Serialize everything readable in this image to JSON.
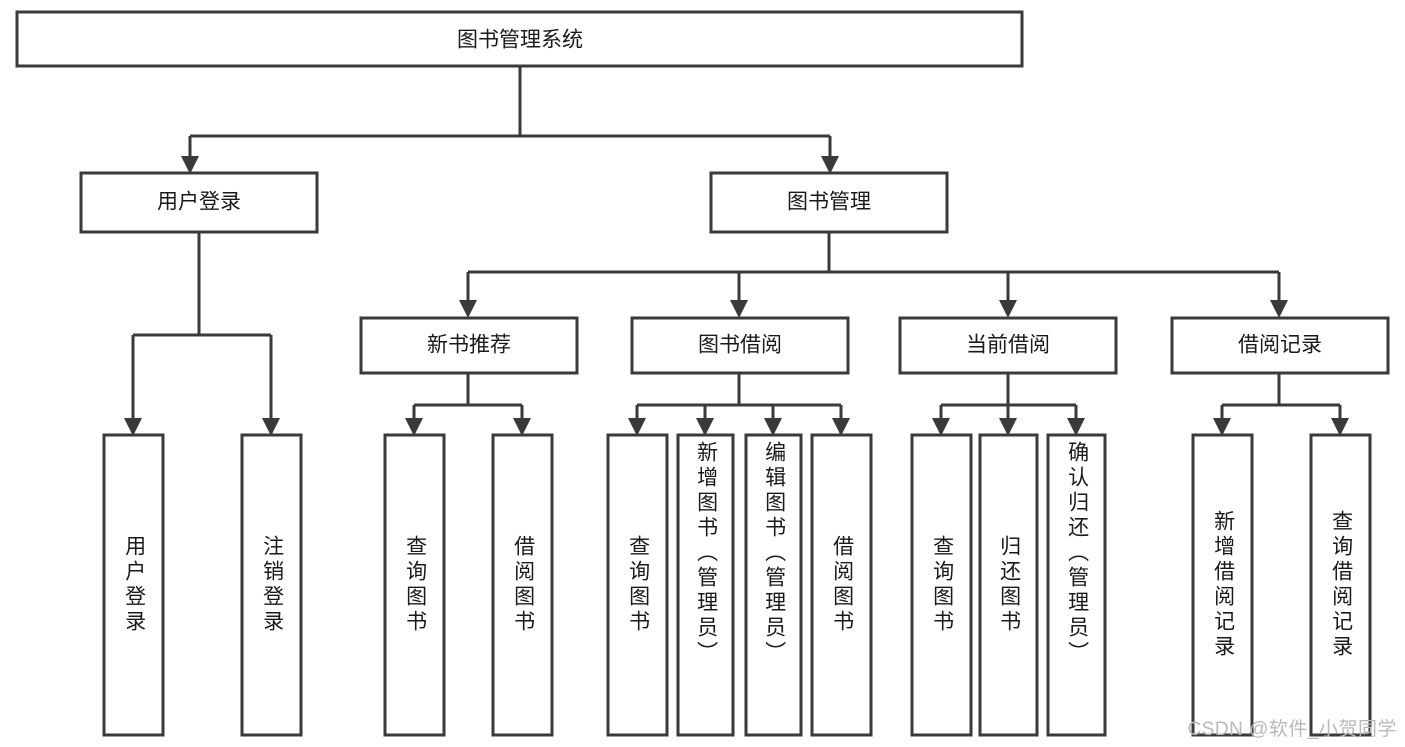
{
  "diagram": {
    "type": "tree-hierarchy",
    "title": "图书管理系统",
    "watermark": "CSDN @软件_小贺同学",
    "style": {
      "box_fill": "#ffffff",
      "box_stroke": "#3a3a3a",
      "text_color": "#1a1a1a",
      "watermark_color": "#b9b9b9",
      "background": "#ffffff"
    },
    "levels": {
      "level0": [
        {
          "id": "root",
          "label": "图书管理系统",
          "orientation": "horizontal"
        }
      ],
      "level1": [
        {
          "id": "user-login",
          "label": "用户登录",
          "orientation": "horizontal",
          "parent": "root"
        },
        {
          "id": "book-manage",
          "label": "图书管理",
          "orientation": "horizontal",
          "parent": "root"
        }
      ],
      "level2": [
        {
          "id": "new-book-rec",
          "label": "新书推荐",
          "orientation": "horizontal",
          "parent": "book-manage"
        },
        {
          "id": "book-borrow",
          "label": "图书借阅",
          "orientation": "horizontal",
          "parent": "book-manage"
        },
        {
          "id": "current-borrow",
          "label": "当前借阅",
          "orientation": "horizontal",
          "parent": "book-manage"
        },
        {
          "id": "borrow-record",
          "label": "借阅记录",
          "orientation": "horizontal",
          "parent": "book-manage"
        }
      ],
      "level3": [
        {
          "id": "leaf-user-login",
          "label": "用户登录",
          "orientation": "vertical",
          "parent": "user-login"
        },
        {
          "id": "leaf-user-logout",
          "label": "注销登录",
          "orientation": "vertical",
          "parent": "user-login"
        },
        {
          "id": "leaf-query-book-1",
          "label": "查询图书",
          "orientation": "vertical",
          "parent": "new-book-rec"
        },
        {
          "id": "leaf-borrow-book-1",
          "label": "借阅图书",
          "orientation": "vertical",
          "parent": "new-book-rec"
        },
        {
          "id": "leaf-query-book-2",
          "label": "查询图书",
          "orientation": "vertical",
          "parent": "book-borrow"
        },
        {
          "id": "leaf-add-book",
          "label": "新增图书（管理员）",
          "orientation": "vertical",
          "parent": "book-borrow"
        },
        {
          "id": "leaf-edit-book",
          "label": "编辑图书（管理员）",
          "orientation": "vertical",
          "parent": "book-borrow"
        },
        {
          "id": "leaf-borrow-book-2",
          "label": "借阅图书",
          "orientation": "vertical",
          "parent": "book-borrow"
        },
        {
          "id": "leaf-query-book-3",
          "label": "查询图书",
          "orientation": "vertical",
          "parent": "current-borrow"
        },
        {
          "id": "leaf-return-book",
          "label": "归还图书",
          "orientation": "vertical",
          "parent": "current-borrow"
        },
        {
          "id": "leaf-confirm-return",
          "label": "确认归还（管理员）",
          "orientation": "vertical",
          "parent": "current-borrow"
        },
        {
          "id": "leaf-add-record",
          "label": "新增借阅记录",
          "orientation": "vertical",
          "parent": "borrow-record"
        },
        {
          "id": "leaf-query-record",
          "label": "查询借阅记录",
          "orientation": "vertical",
          "parent": "borrow-record"
        }
      ]
    }
  }
}
